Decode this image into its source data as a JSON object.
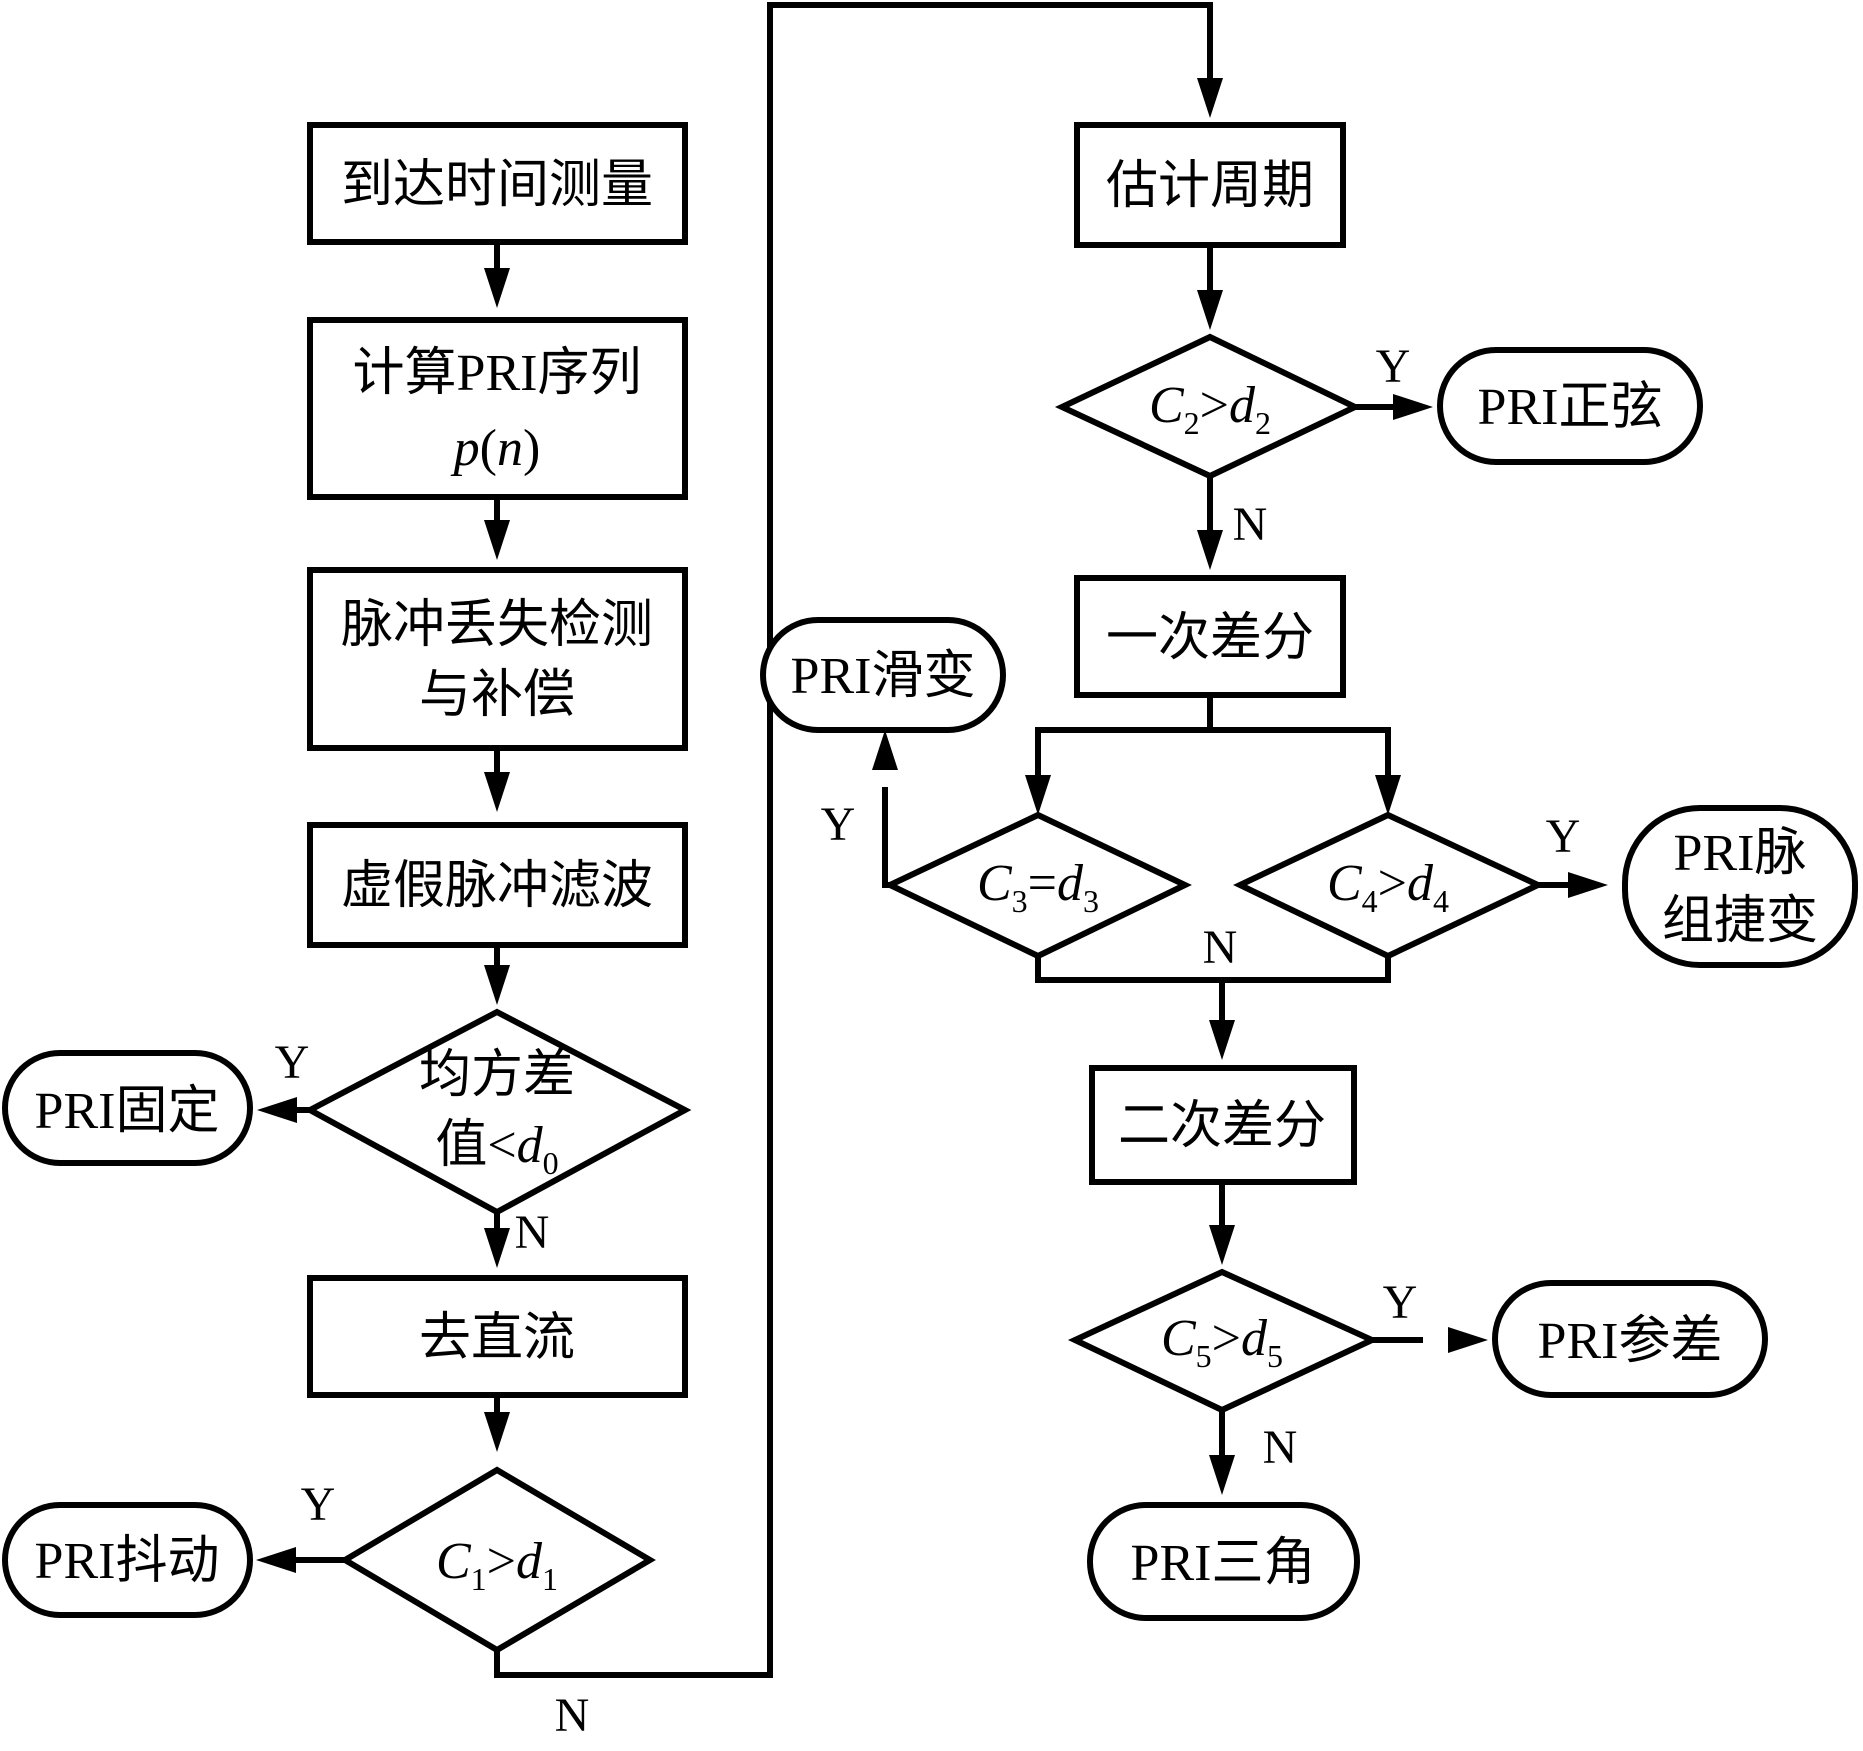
{
  "nodes": {
    "toa": "到达时间测量",
    "pri_seq_1": "计算PRI序列",
    "pri_seq_2": "p(n)",
    "loss_1": "脉冲丢失检测",
    "loss_2": "与补偿",
    "filter": "虚假脉冲滤波",
    "var_1": "均方差",
    "var_2": "值<d0",
    "dc": "去直流",
    "c1": "C1>d1",
    "est": "估计周期",
    "c2": "C2>d2",
    "diff1": "一次差分",
    "c3": "C3=d3",
    "c4": "C4>d4",
    "diff2": "二次差分",
    "c5": "C5>d5"
  },
  "results": {
    "fixed": "PRI固定",
    "jitter": "PRI抖动",
    "sine": "PRI正弦",
    "slide": "PRI滑变",
    "group_1": "PRI脉",
    "group_2": "组捷变",
    "stagger": "PRI参差",
    "triangle": "PRI三角"
  },
  "labels": {
    "yes": "Y",
    "no": "N"
  }
}
